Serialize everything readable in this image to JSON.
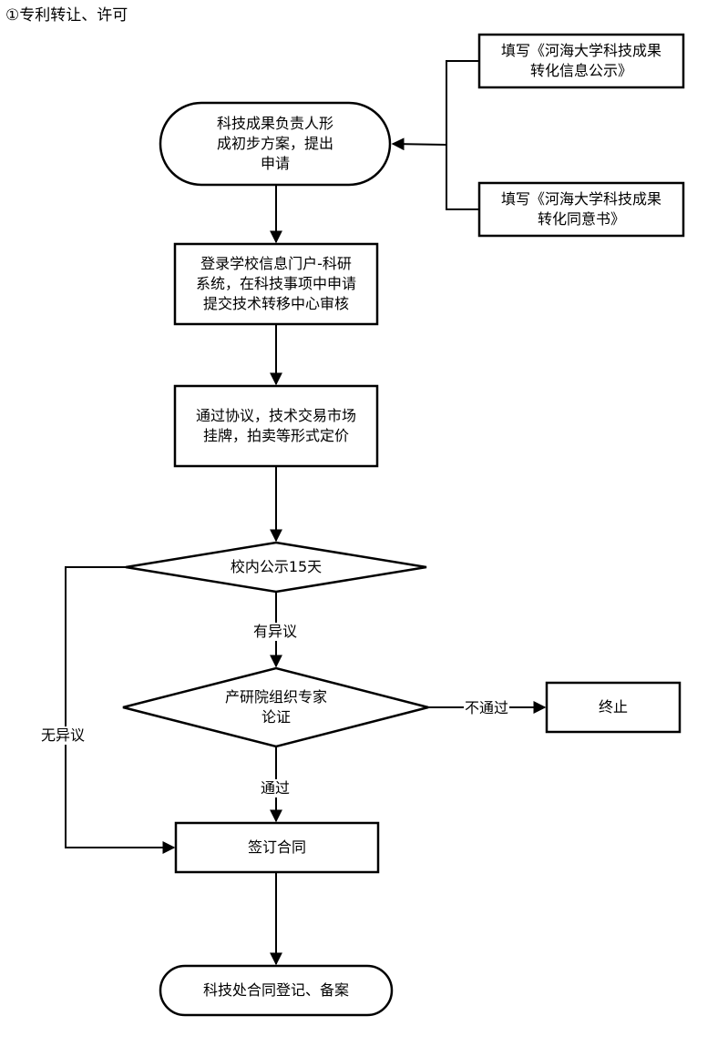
{
  "heading": "①专利转让、许可",
  "nodes": {
    "start": "科技成果负责人形\n成初步方案，提出\n申请",
    "doc1": "填写《河海大学科技成果\n转化信息公示》",
    "doc2": "填写《河海大学科技成果\n转化同意书》",
    "login": "登录学校信息门户-科研\n系统，在科技事项中申请\n提交技术转移中心审核",
    "pricing": "通过协议，技术交易市场\n挂牌，拍卖等形式定价",
    "publicity": "校内公示15天",
    "expert": "产研院组织专家\n论证",
    "terminate": "终止",
    "sign": "签订合同",
    "register": "科技处合同登记、备案"
  },
  "edge_labels": {
    "objection": "有异议",
    "no_objection": "无异议",
    "pass": "通过",
    "fail": "不通过"
  },
  "colors": {
    "stroke": "#000000",
    "fill": "#ffffff",
    "text": "#000000"
  }
}
